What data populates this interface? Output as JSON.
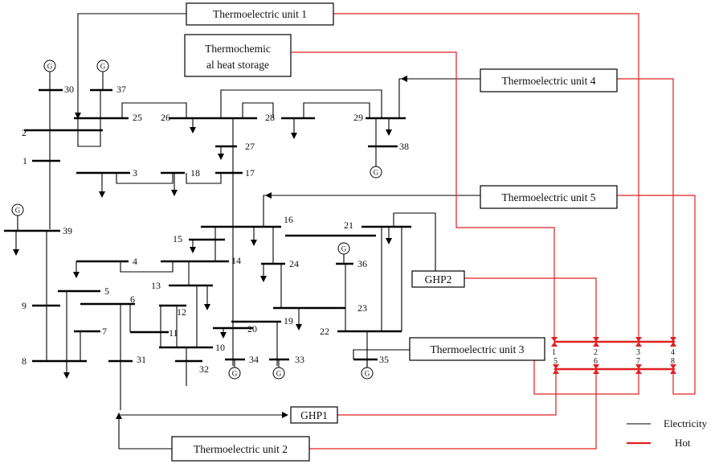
{
  "units": {
    "te1": "Thermoelectric unit 1",
    "tcs_line1": "Thermochemic",
    "tcs_line2": "al heat storage",
    "te4": "Thermoelectric unit 4",
    "te5": "Thermoelectric unit 5",
    "te3": "Thermoelectric unit 3",
    "te2": "Thermoelectric unit 2",
    "ghp1": "GHP1",
    "ghp2": "GHP2"
  },
  "generator_symbol": "G",
  "buses": {
    "b1": "1",
    "b2": "2",
    "b3": "3",
    "b4": "4",
    "b5": "5",
    "b6": "6",
    "b7": "7",
    "b8": "8",
    "b9": "9",
    "b10": "10",
    "b11": "11",
    "b12": "12",
    "b13": "13",
    "b14": "14",
    "b15": "15",
    "b16": "16",
    "b17": "17",
    "b18": "18",
    "b19": "19",
    "b20": "20",
    "b21": "21",
    "b22": "22",
    "b23": "23",
    "b24": "24",
    "b25": "25",
    "b26": "26",
    "b27": "27",
    "b28": "28",
    "b29": "29",
    "b30": "30",
    "b31": "31",
    "b32": "32",
    "b33": "33",
    "b34": "34",
    "b35": "35",
    "b36": "36",
    "b37": "37",
    "b38": "38",
    "b39": "39"
  },
  "heat_nodes": {
    "n1": "1",
    "n2": "2",
    "n3": "3",
    "n4": "4",
    "n5": "5",
    "n6": "6",
    "n7": "7",
    "n8": "8"
  },
  "legend": {
    "electricity": "Electricity",
    "hot": "Hot"
  },
  "colors": {
    "electricity": "#000000",
    "hot": "#e02020"
  }
}
